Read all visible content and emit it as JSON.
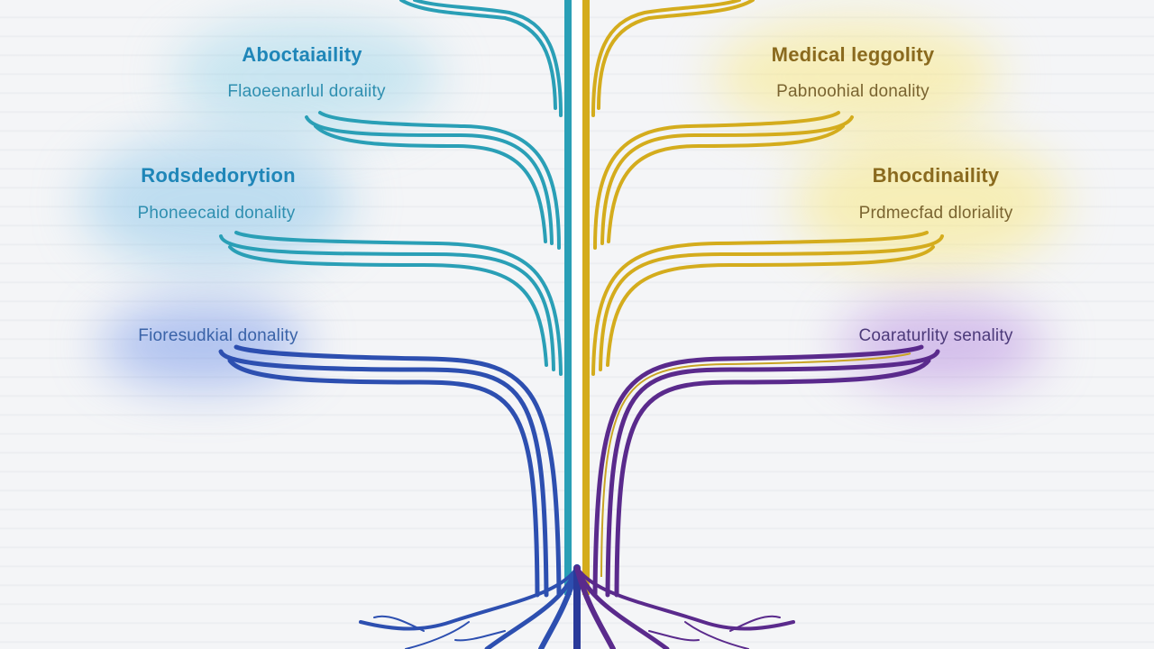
{
  "colors": {
    "teal": "#2a9fb6",
    "blue": "#2d4fb0",
    "gold": "#d4ac1d",
    "purple": "#5a2a8c",
    "title_left": "#1f86b8",
    "title_right": "#8a6a1e",
    "sub_left": "#2f8fb0",
    "sub_right": "#7a6430",
    "purple_text": "#4c3a7a"
  },
  "left": {
    "node1": {
      "title": "Aboctaiaility",
      "subtitle": "Flaoeenarlul doraiity"
    },
    "node2": {
      "title": "Rodsdedorytion",
      "subtitle": "Phoneecaid donality"
    },
    "node3": {
      "subtitle": "Fioresudkial donality"
    }
  },
  "right": {
    "node1": {
      "title": "Medical leggolity",
      "subtitle": "Pabnoohial donality"
    },
    "node2": {
      "title": "Bhocdinaility",
      "subtitle": "Prdmecfad dloriality"
    },
    "node3": {
      "subtitle": "Coaraturlity senality"
    }
  }
}
